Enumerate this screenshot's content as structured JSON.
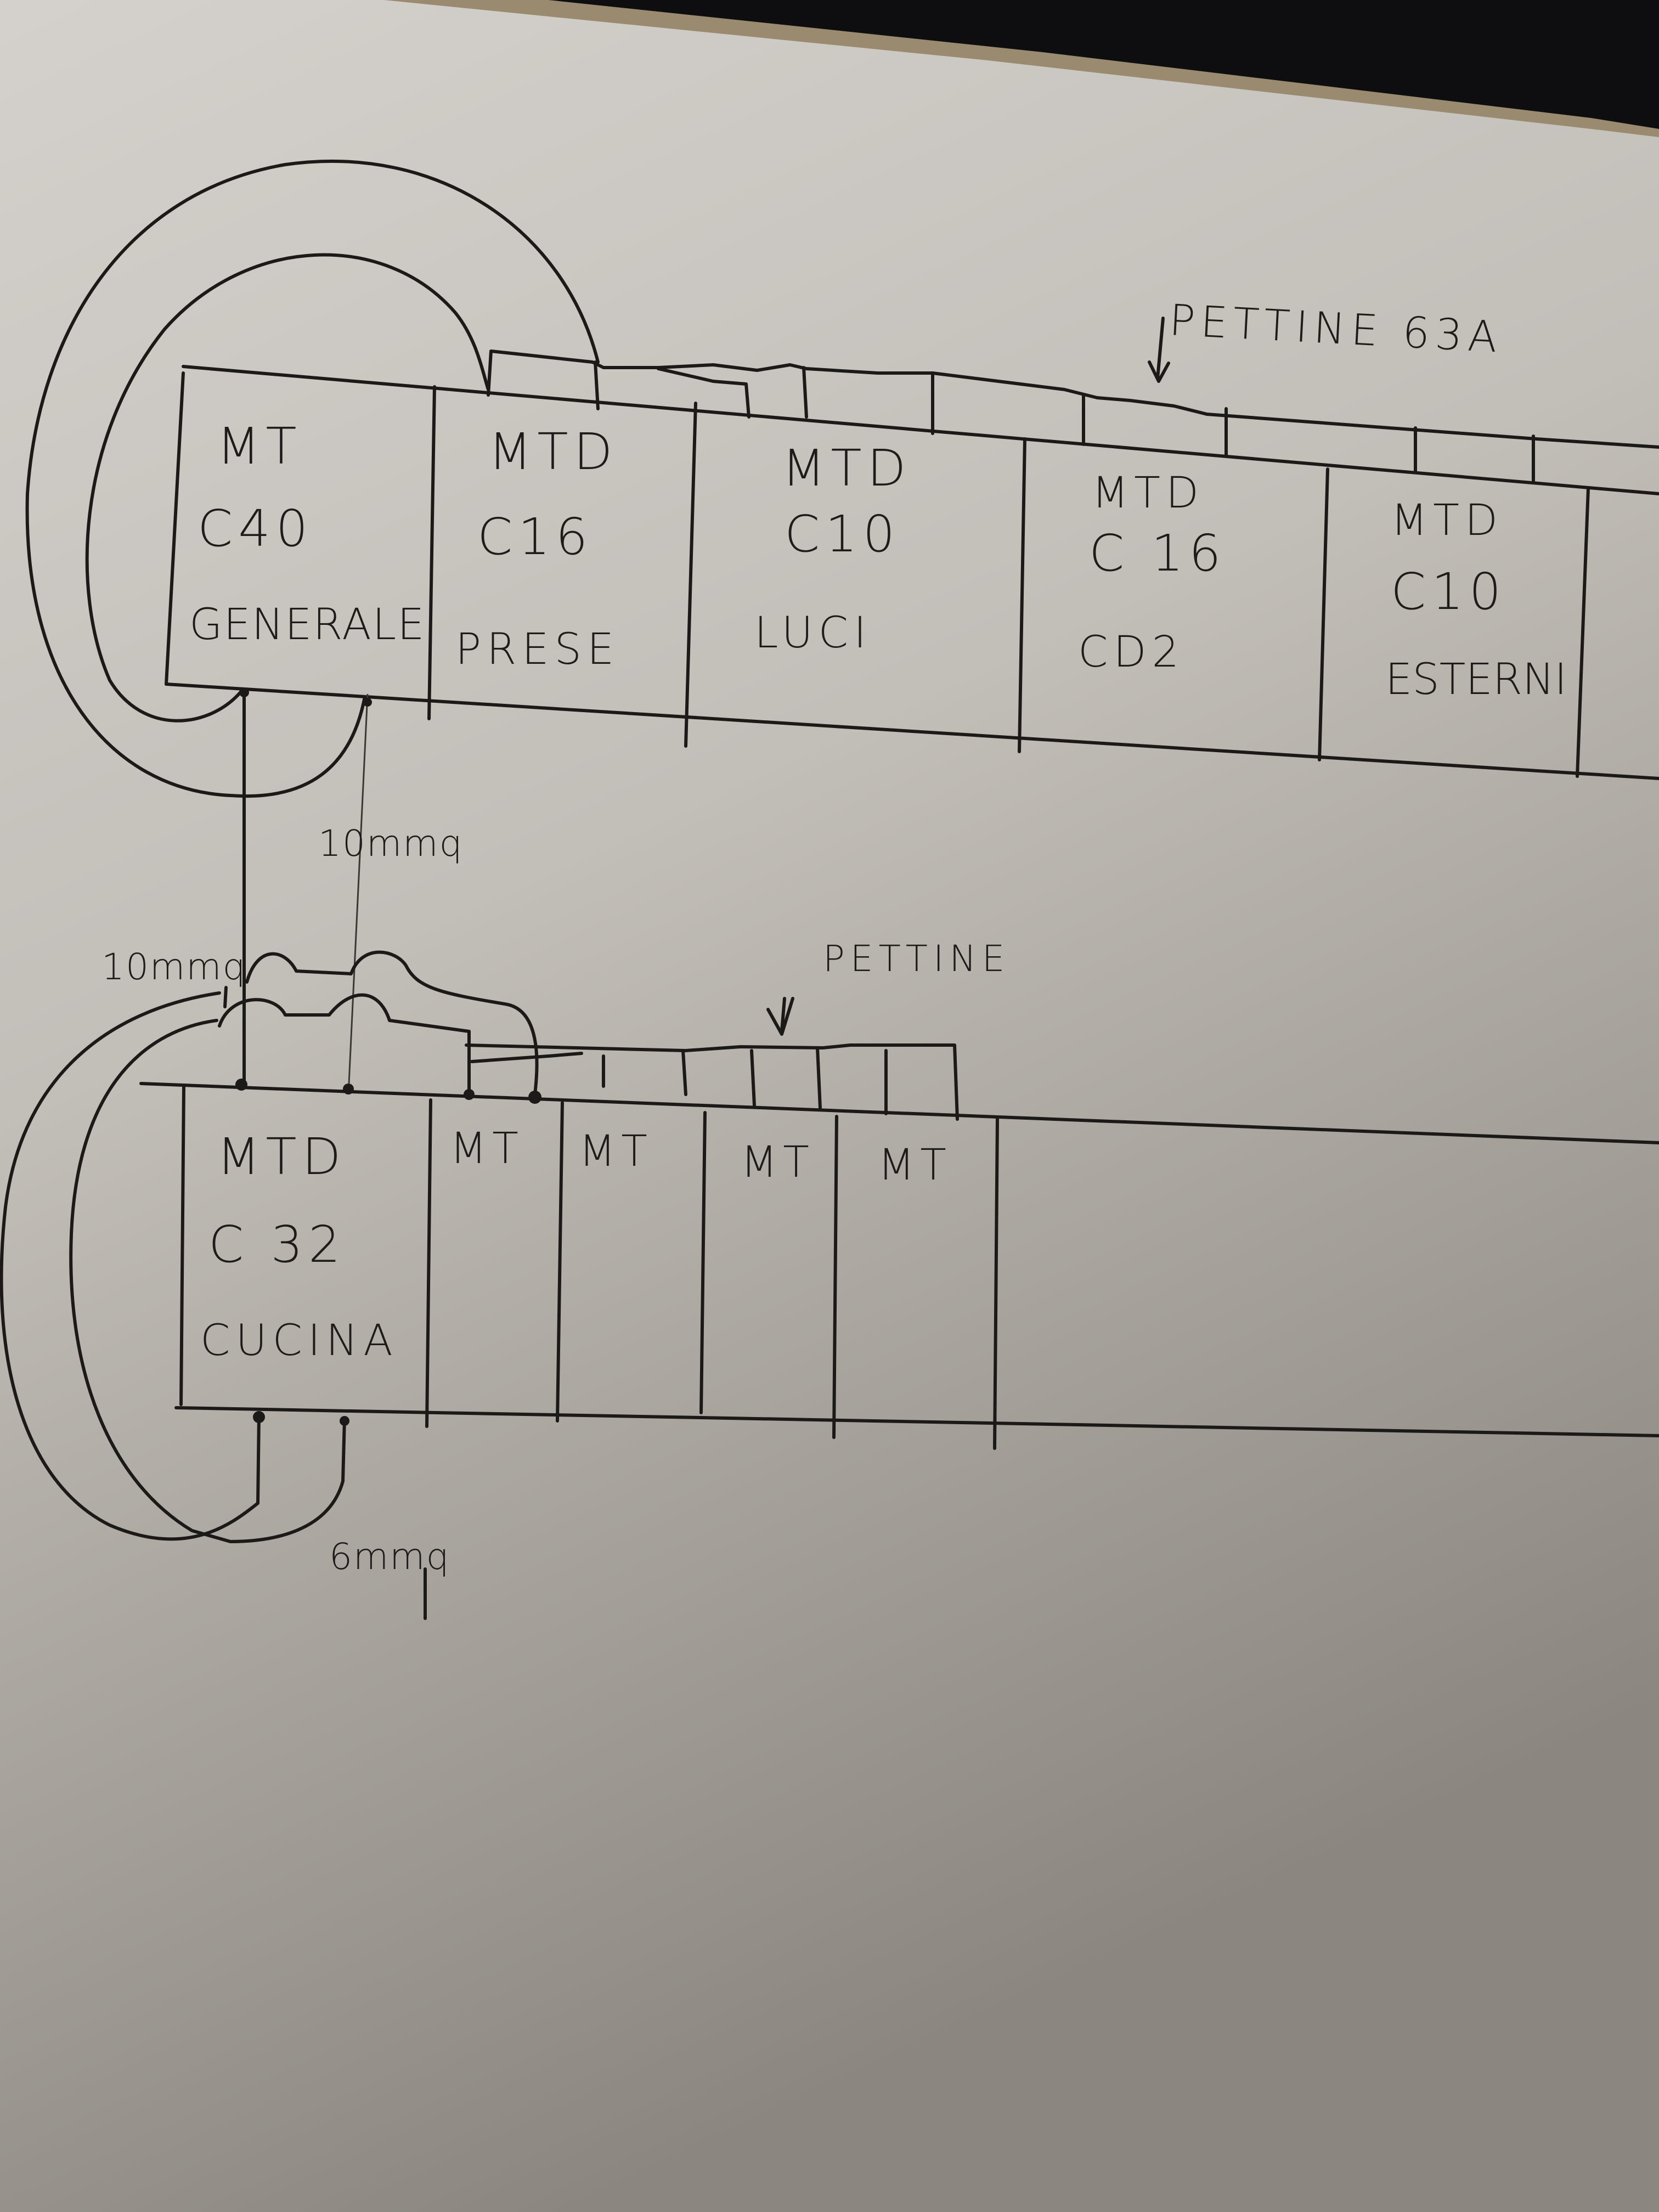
{
  "title_labels": {
    "top_busbar": "PETTINE 63A",
    "bottom_busbar": "PETTINE"
  },
  "wire_labels": {
    "feed_right": "10mmq",
    "feed_left": "10mmq",
    "kitchen_loop": "6mmq"
  },
  "top_panel": {
    "modules": [
      {
        "type": "MT",
        "rating": "C40",
        "label": "GENERALE"
      },
      {
        "type": "MTD",
        "rating": "C16",
        "label": "PRESE"
      },
      {
        "type": "MTD",
        "rating": "C10",
        "label": "LUCI"
      },
      {
        "type": "MTD",
        "rating": "C 16",
        "label": "CD2"
      },
      {
        "type": "MTD",
        "rating": "C10",
        "label": "ESTERNI"
      }
    ]
  },
  "bottom_panel": {
    "modules": [
      {
        "type": "MTD",
        "rating": "C 32",
        "label": "CUCINA"
      },
      {
        "type": "MT"
      },
      {
        "type": "MT"
      },
      {
        "type": "MT"
      },
      {
        "type": "MT"
      }
    ]
  },
  "colors": {
    "ink": "#1c1a18",
    "paper_light": "#d2cfca",
    "paper_dark": "#8c8781"
  }
}
